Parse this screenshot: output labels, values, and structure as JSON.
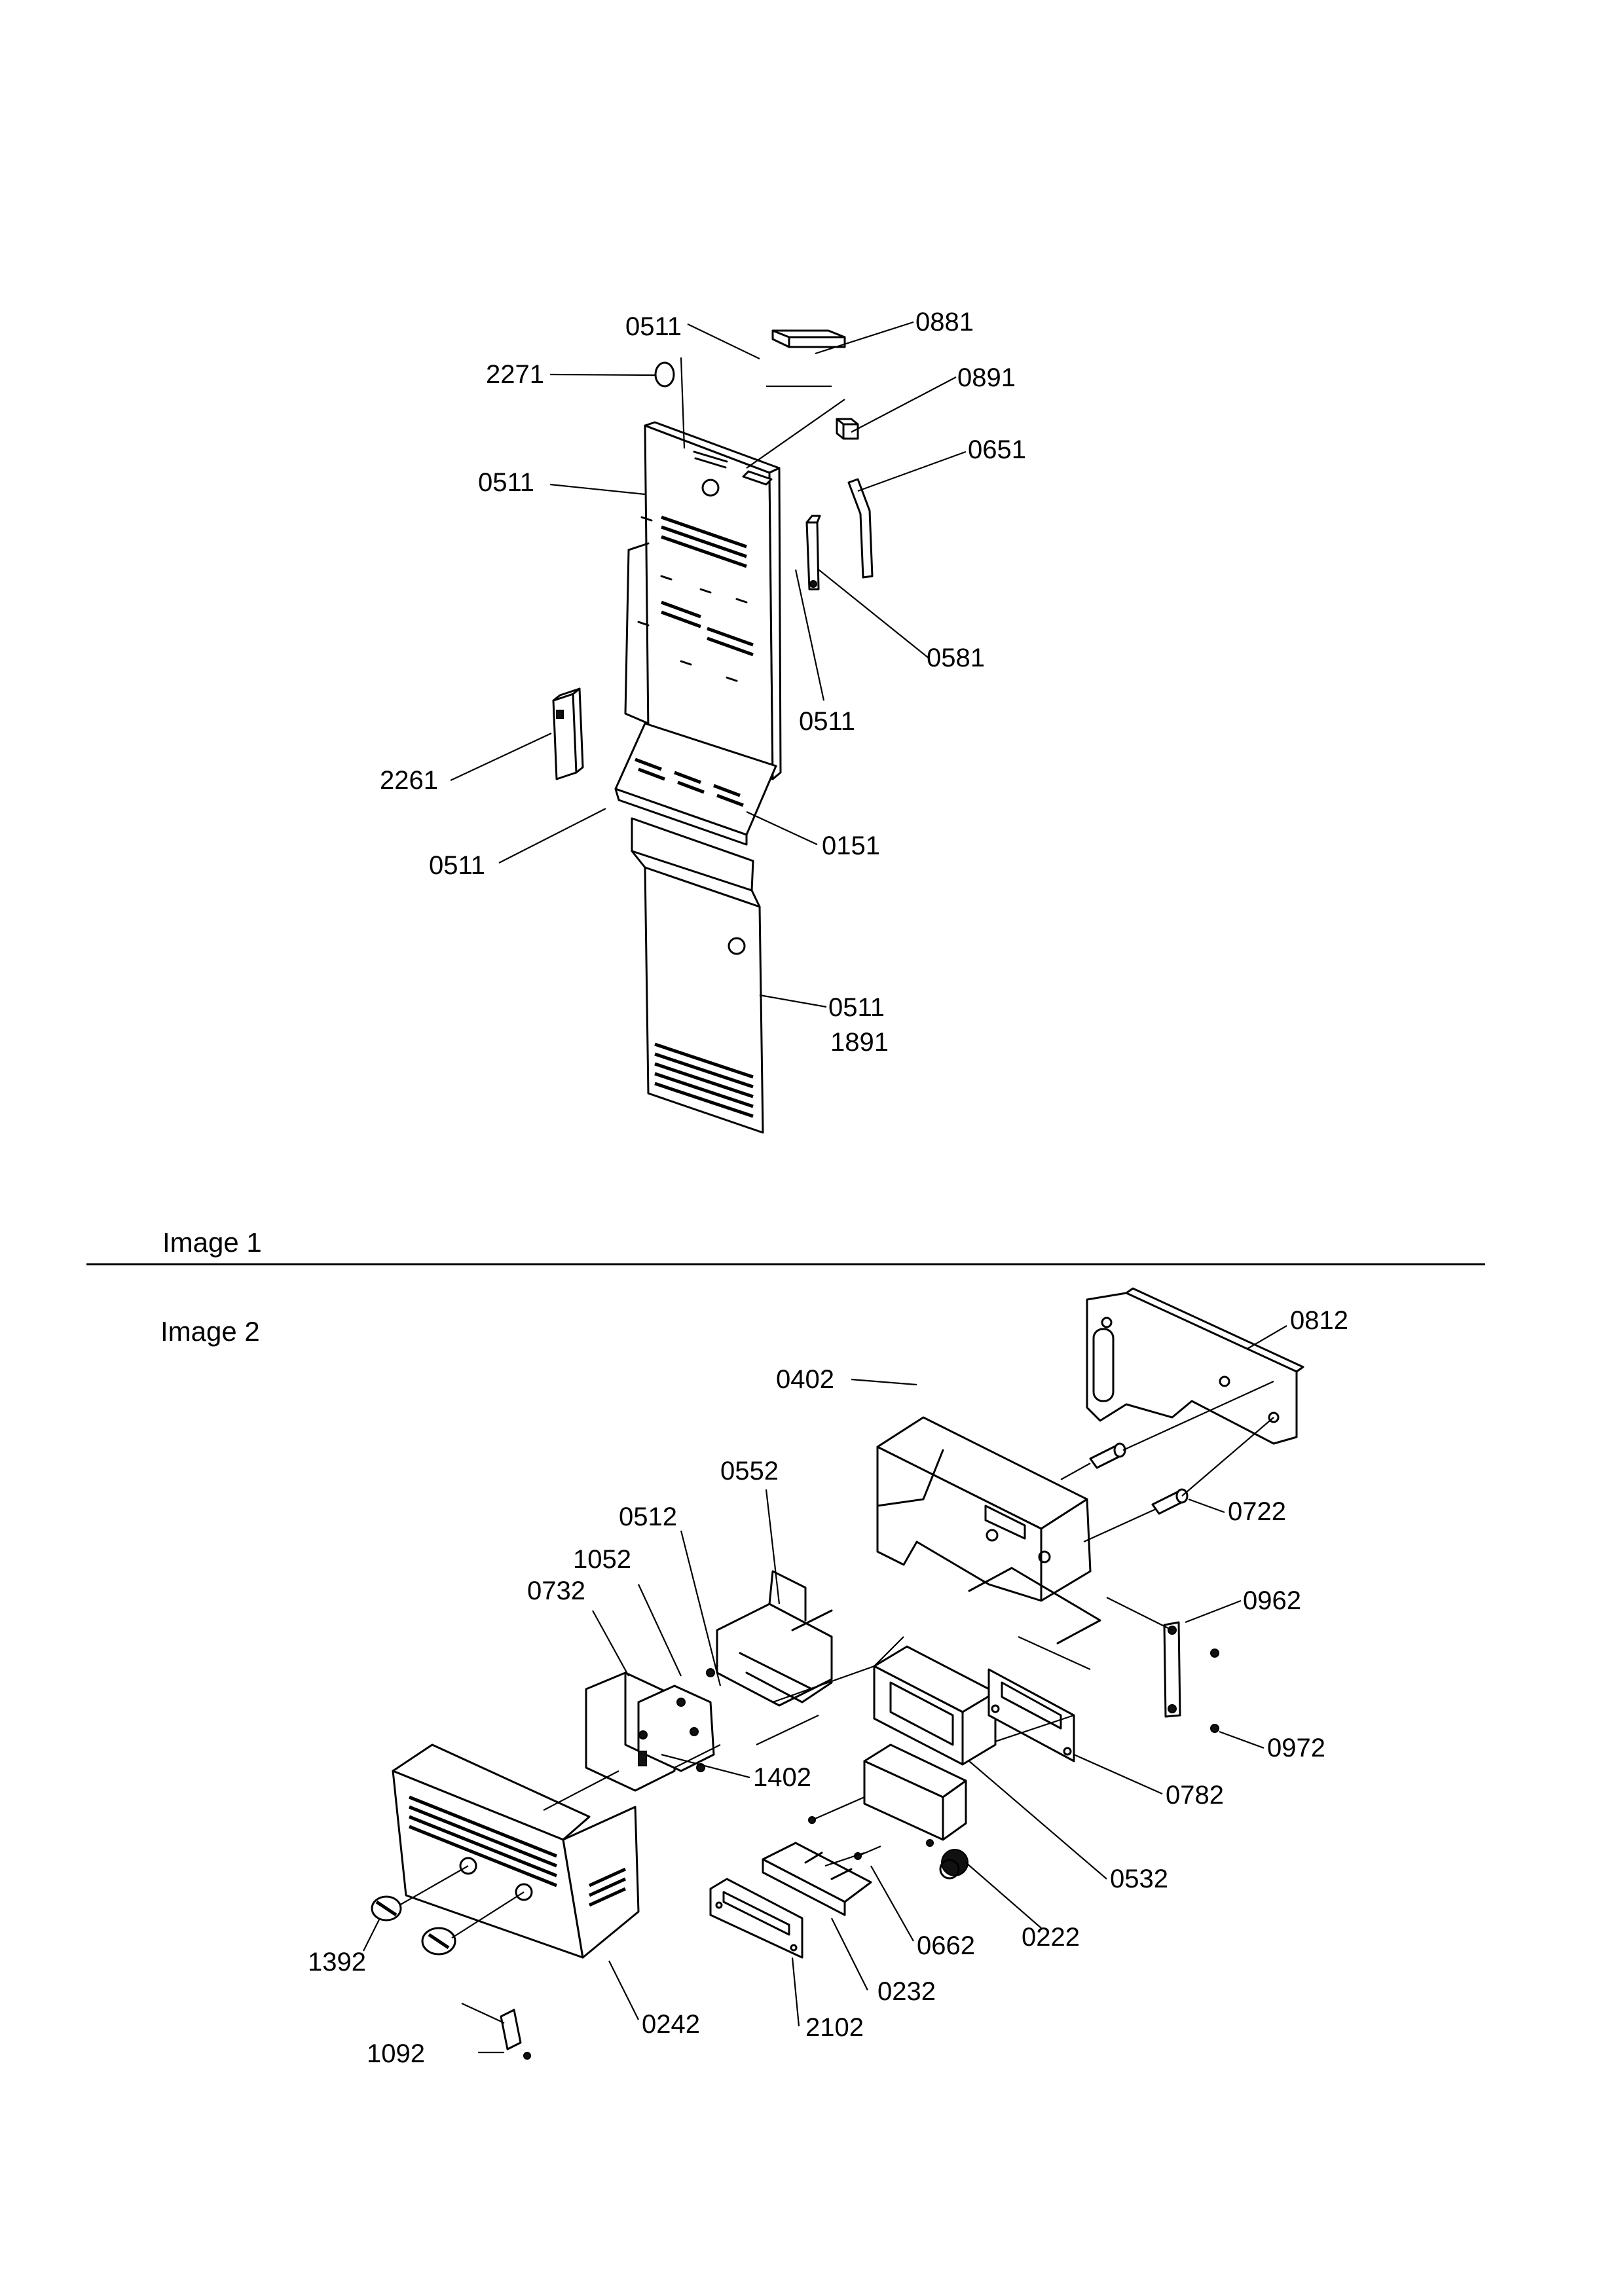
{
  "captions": {
    "image1": "Image 1",
    "image2": "Image 2"
  },
  "image1_callouts": [
    {
      "id": "0511-top",
      "text": "0511"
    },
    {
      "id": "0881",
      "text": "0881"
    },
    {
      "id": "2271",
      "text": "2271"
    },
    {
      "id": "0891",
      "text": "0891"
    },
    {
      "id": "0651",
      "text": "0651"
    },
    {
      "id": "0511-left",
      "text": "0511"
    },
    {
      "id": "0581",
      "text": "0581"
    },
    {
      "id": "0511-mid",
      "text": "0511"
    },
    {
      "id": "2261",
      "text": "2261"
    },
    {
      "id": "0511-low",
      "text": "0511"
    },
    {
      "id": "0151",
      "text": "0151"
    },
    {
      "id": "0511-panel",
      "text": "0511"
    },
    {
      "id": "1891",
      "text": "1891"
    }
  ],
  "image2_callouts": [
    {
      "id": "0812",
      "text": "0812"
    },
    {
      "id": "0402",
      "text": "0402"
    },
    {
      "id": "0552",
      "text": "0552"
    },
    {
      "id": "0722",
      "text": "0722"
    },
    {
      "id": "0512",
      "text": "0512"
    },
    {
      "id": "1052",
      "text": "1052"
    },
    {
      "id": "0732",
      "text": "0732"
    },
    {
      "id": "0962",
      "text": "0962"
    },
    {
      "id": "1402",
      "text": "1402"
    },
    {
      "id": "0972",
      "text": "0972"
    },
    {
      "id": "0782",
      "text": "0782"
    },
    {
      "id": "0532",
      "text": "0532"
    },
    {
      "id": "0222",
      "text": "0222"
    },
    {
      "id": "1392",
      "text": "1392"
    },
    {
      "id": "0662",
      "text": "0662"
    },
    {
      "id": "0232",
      "text": "0232"
    },
    {
      "id": "0242",
      "text": "0242"
    },
    {
      "id": "2102",
      "text": "2102"
    },
    {
      "id": "1092",
      "text": "1092"
    }
  ]
}
